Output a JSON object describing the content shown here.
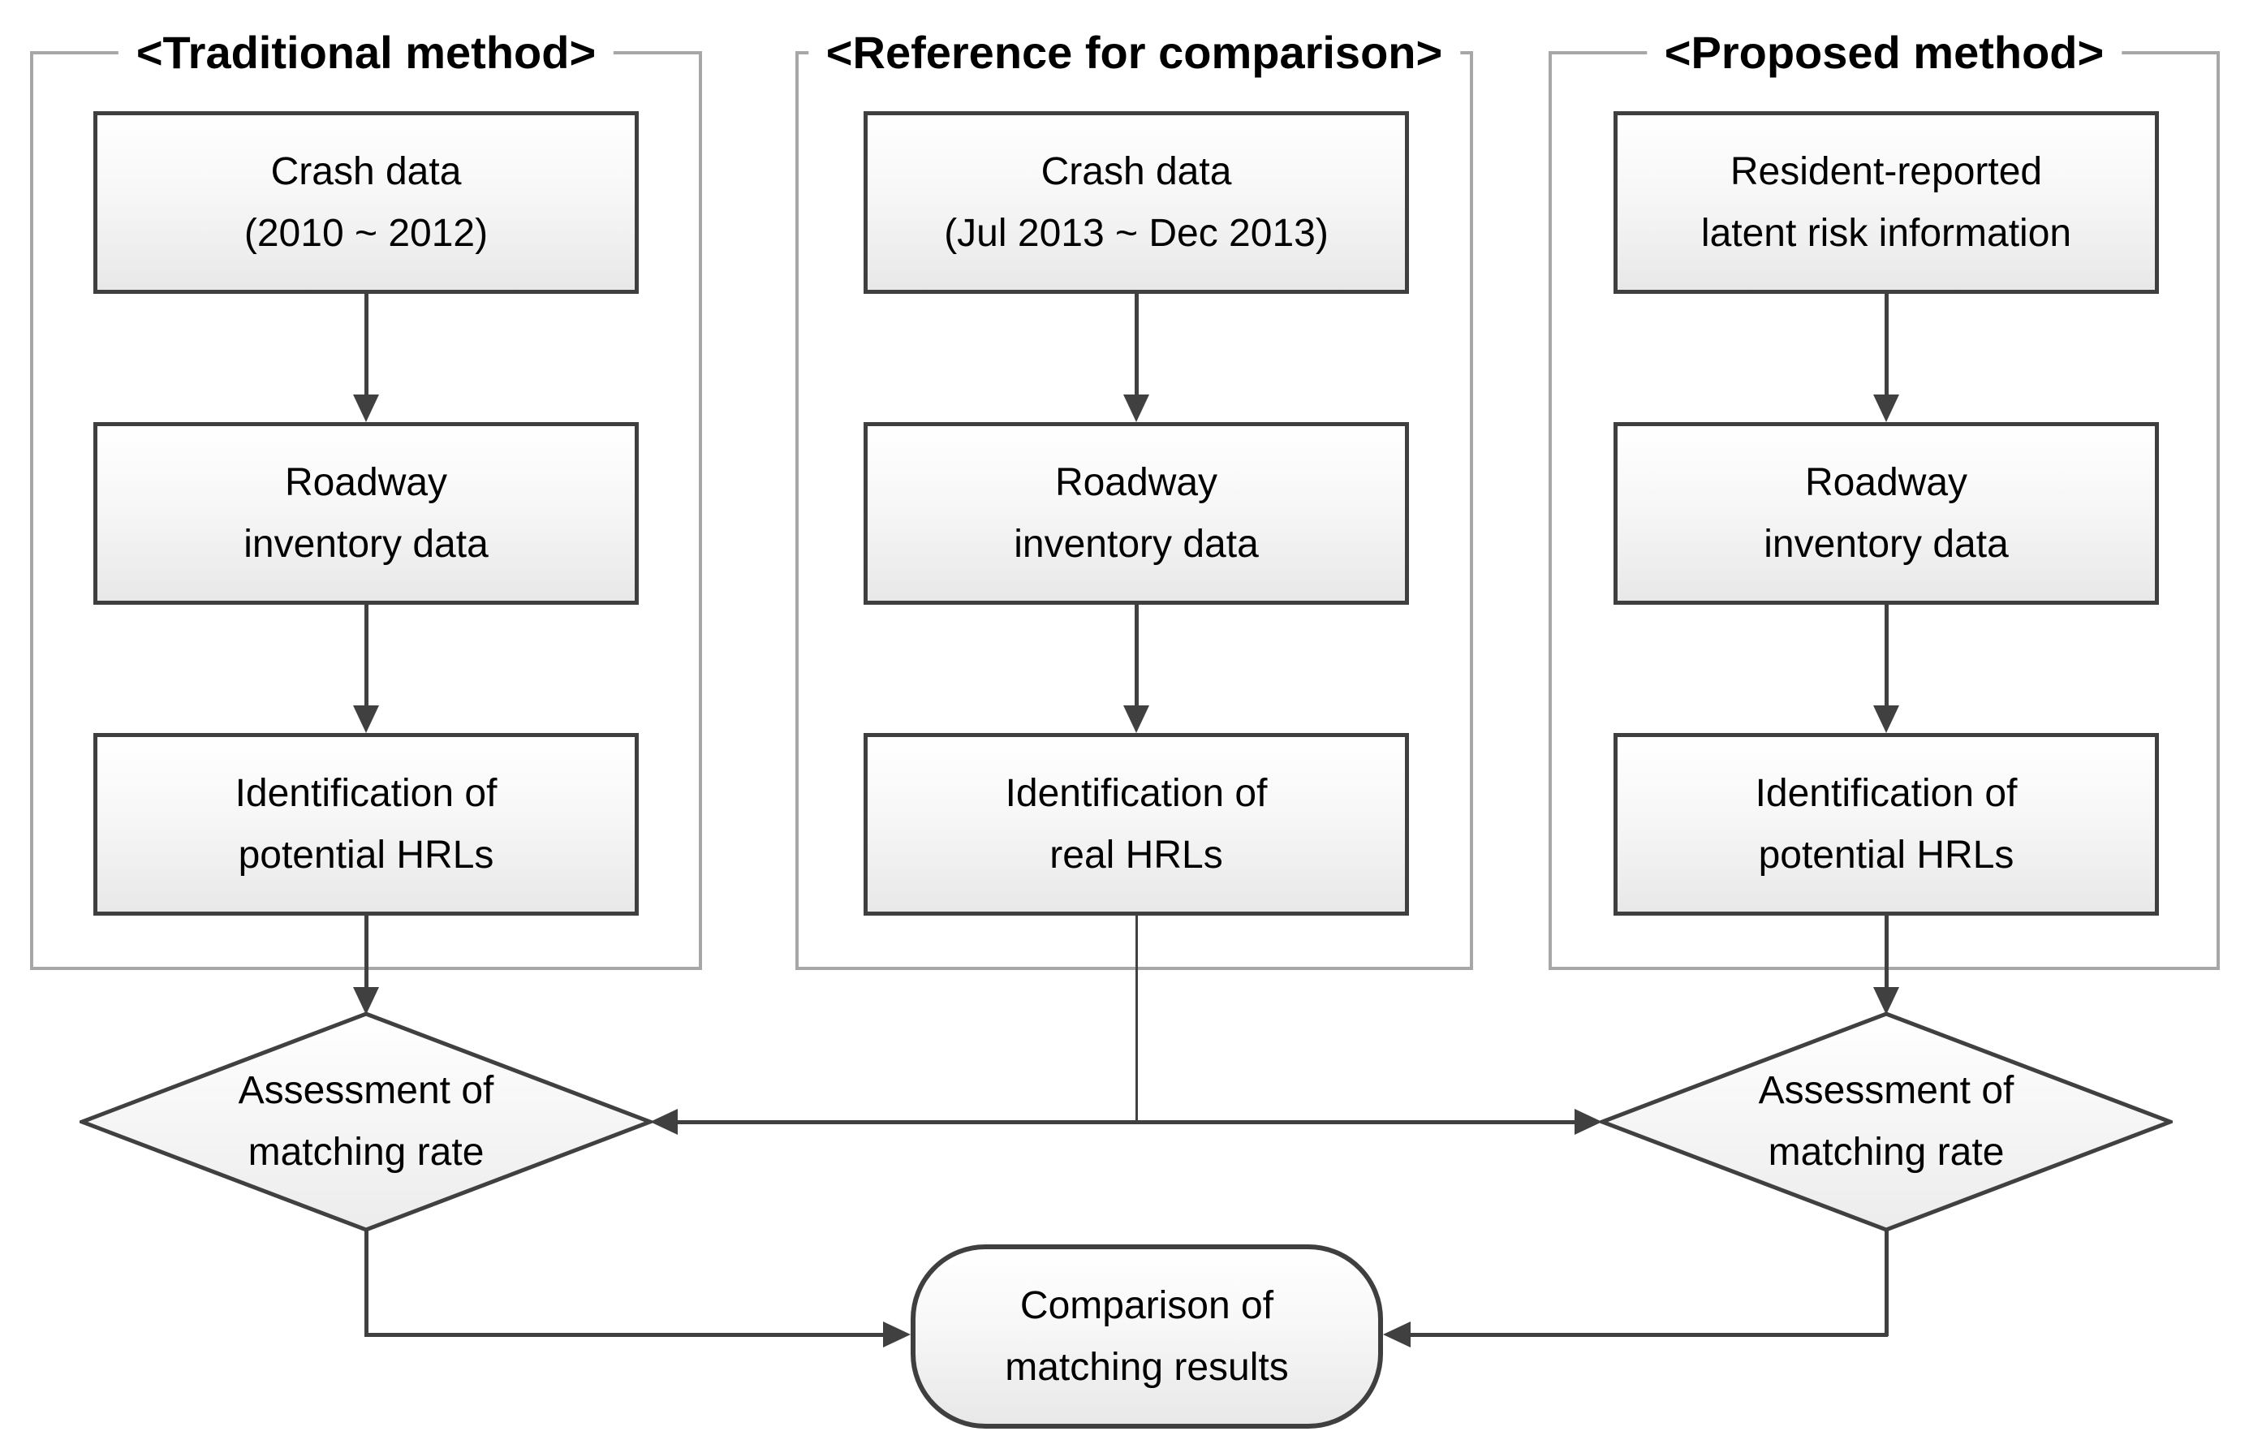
{
  "diagram": {
    "columns": [
      {
        "title": "<Traditional method>",
        "boxes": [
          "Crash data\n(2010 ~ 2012)",
          "Roadway\ninventory data",
          "Identification of\npotential HRLs"
        ]
      },
      {
        "title": "<Reference for comparison>",
        "boxes": [
          "Crash data\n(Jul 2013 ~ Dec 2013)",
          "Roadway\ninventory data",
          "Identification of\nreal HRLs"
        ]
      },
      {
        "title": "<Proposed method>",
        "boxes": [
          "Resident-reported\nlatent risk information",
          "Roadway\ninventory data",
          "Identification of\npotential HRLs"
        ]
      }
    ],
    "diamonds": [
      {
        "label": "Assessment of\nmatching rate"
      },
      {
        "label": "Assessment of\nmatching rate"
      }
    ],
    "terminal": {
      "label": "Comparison of\nmatching results"
    },
    "colors": {
      "node_border": "#3f3f3f",
      "container_border": "#a7a7a7",
      "connector": "#404040",
      "text": "#000000",
      "node_fill_top": "#ffffff",
      "node_fill_bottom": "#e8e8e8",
      "bg": "#ffffff"
    }
  }
}
